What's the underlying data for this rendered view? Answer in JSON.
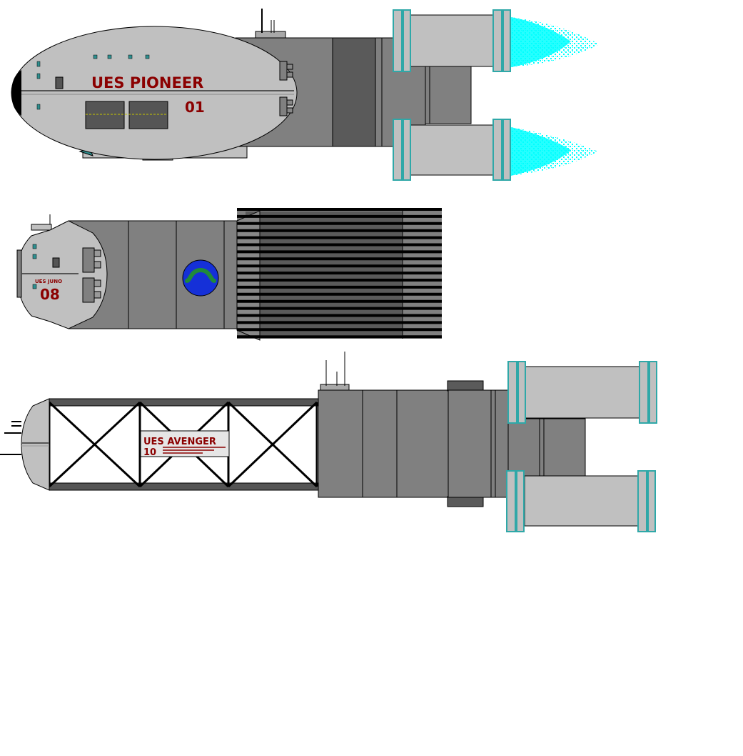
{
  "ships": [
    {
      "id": "pioneer",
      "name": "UES PIONEER",
      "number": "01"
    },
    {
      "id": "juno",
      "name": "UES JUNO",
      "number": "08"
    },
    {
      "id": "avenger",
      "name": "UES AVENGER",
      "number": "10"
    }
  ],
  "colors": {
    "hull_light": "#c0c0c0",
    "hull_mid": "#808080",
    "hull_dark": "#5a5a5a",
    "marking_red": "#8b0000",
    "exhaust": "#00ffff",
    "window_teal": "#2f8f8f",
    "emblem_blue": "#1530d8",
    "emblem_green": "#1f8a3a"
  }
}
